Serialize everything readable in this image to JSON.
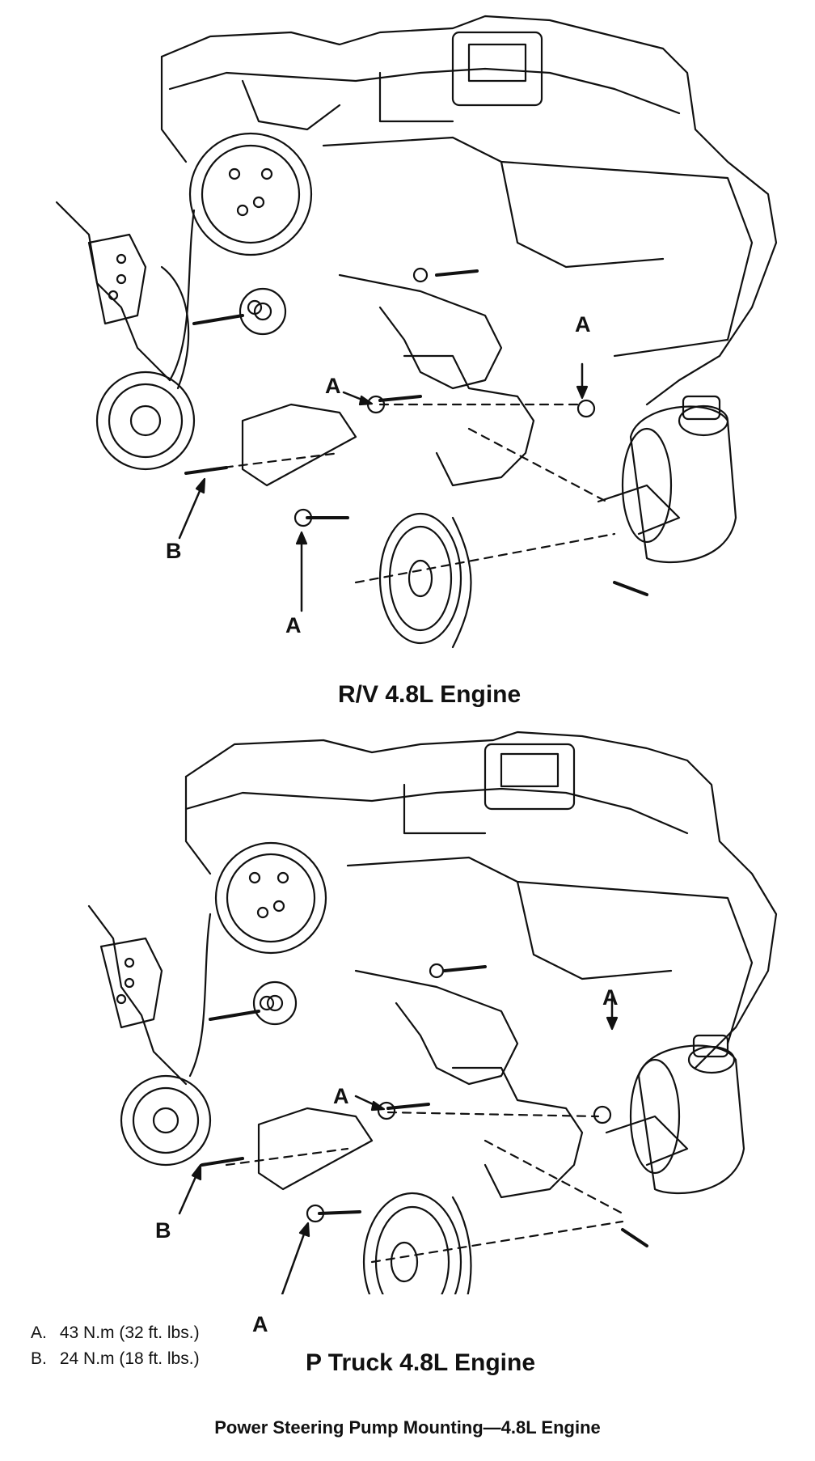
{
  "diagrams": [
    {
      "caption": "R/V 4.8L Engine",
      "callouts": [
        "A",
        "A",
        "A",
        "B"
      ]
    },
    {
      "caption": "P Truck 4.8L Engine",
      "callouts": [
        "A",
        "A",
        "A",
        "B"
      ]
    }
  ],
  "legend": [
    {
      "key": "A.",
      "value": "43 N.m (32 ft. lbs.)"
    },
    {
      "key": "B.",
      "value": "24 N.m (18 ft. lbs.)"
    }
  ],
  "figure_title": "Power Steering Pump Mounting—4.8L Engine"
}
